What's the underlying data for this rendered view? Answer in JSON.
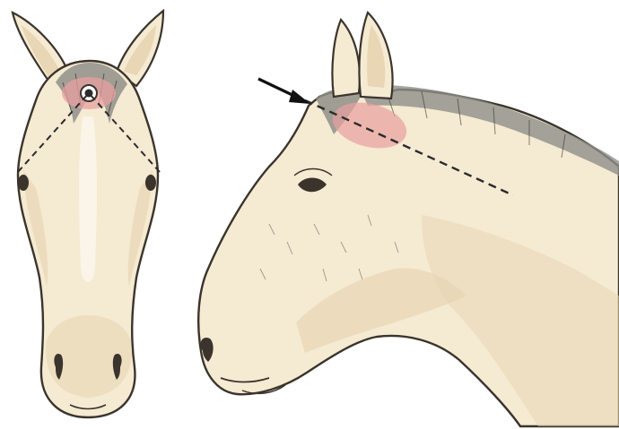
{
  "figure": {
    "panels": [
      {
        "name": "front-view",
        "depicts": "horse-head-front"
      },
      {
        "name": "side-view",
        "depicts": "horse-head-and-neck-profile"
      }
    ],
    "colors": {
      "background": "#ffffff",
      "coat": "#f5ead2",
      "coat_shade": "#e8d6b4",
      "outline": "#3a342c",
      "mane": "#8f8f8a",
      "target_area": "#e8a0a0",
      "guide_line": "#2b2b2b",
      "pointer_arrow": "#111111"
    },
    "markers": {
      "front_target": "target-dot-icon",
      "side_pointer": "arrow-icon"
    }
  }
}
